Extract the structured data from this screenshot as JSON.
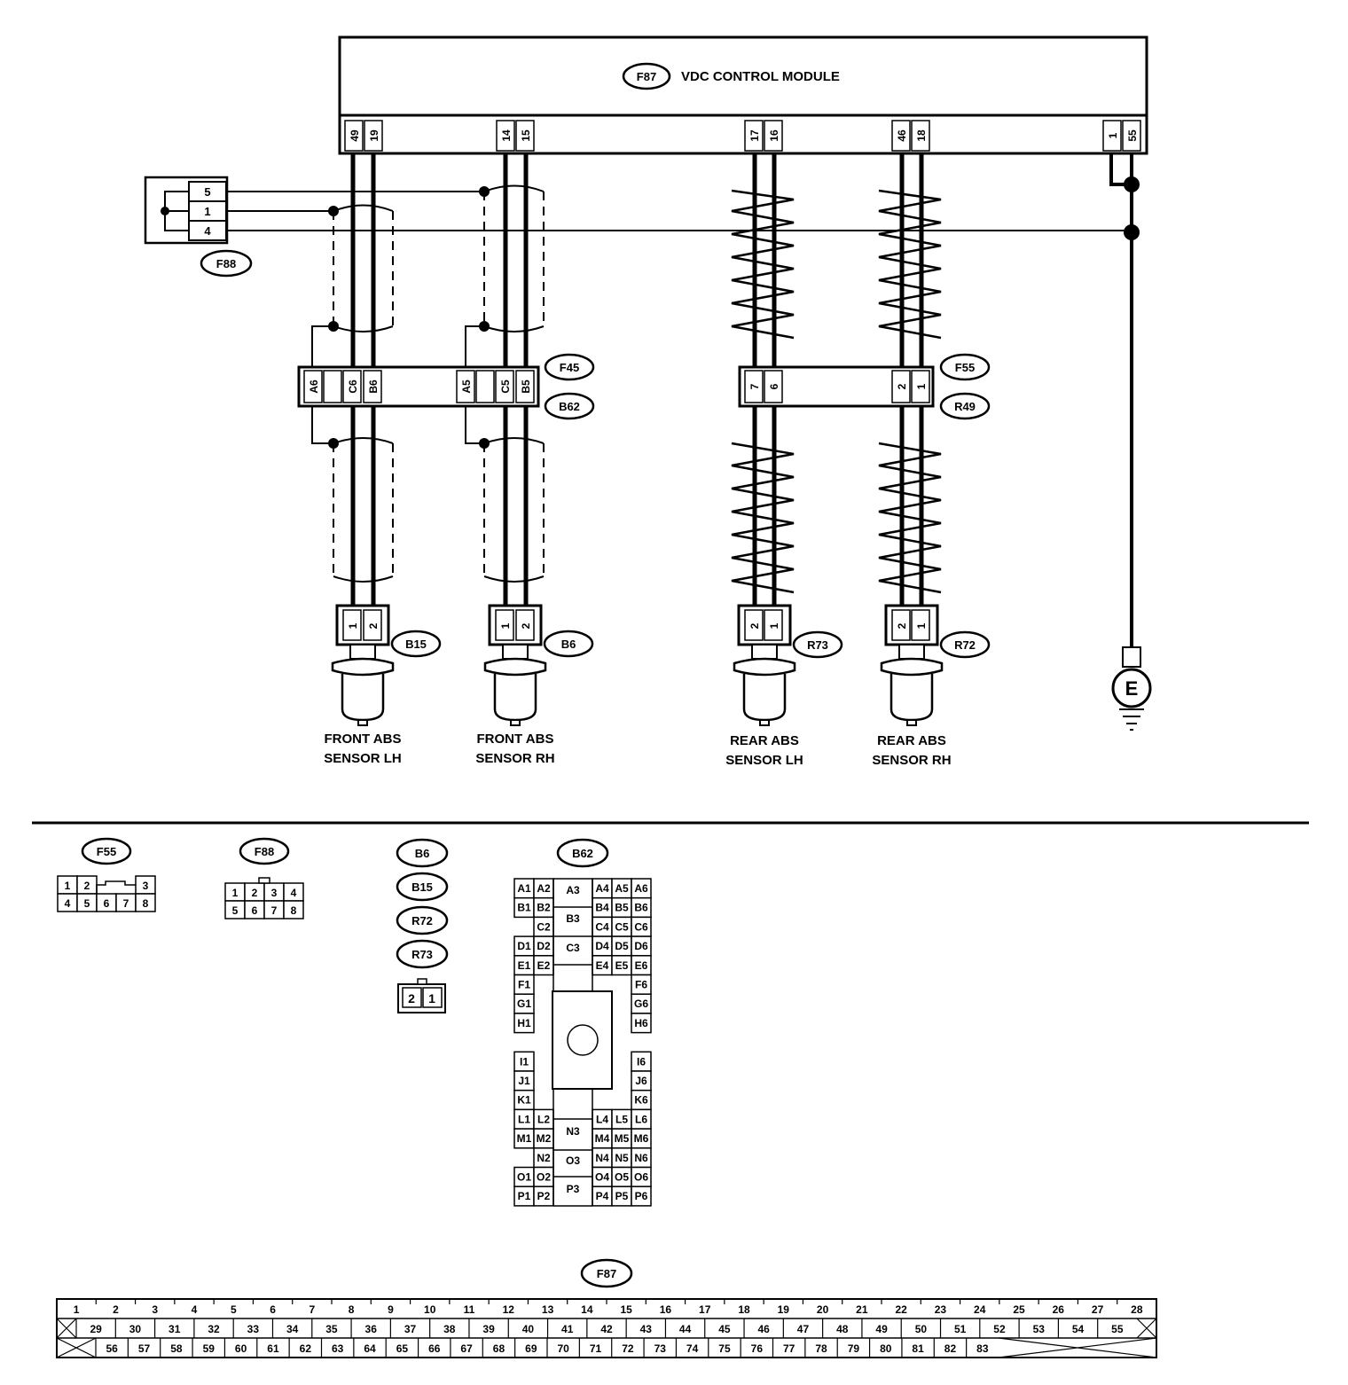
{
  "module": {
    "id": "F87",
    "title": "VDC CONTROL MODULE"
  },
  "module_pins": [
    "49",
    "19",
    "14",
    "15",
    "17",
    "16",
    "46",
    "18",
    "1",
    "55"
  ],
  "f88": {
    "id": "F88",
    "pins": [
      "5",
      "1",
      "4"
    ]
  },
  "front_connector": {
    "id_top": "F45",
    "id_bottom": "B62",
    "pins": [
      "A6",
      "C6",
      "B6",
      "A5",
      "C5",
      "B5"
    ]
  },
  "rear_connector": {
    "id_top": "F55",
    "id_bottom": "R49",
    "pins": [
      "7",
      "6",
      "2",
      "1"
    ]
  },
  "sensors": [
    {
      "id": "B15",
      "pins": [
        "1",
        "2"
      ],
      "label_line1": "FRONT ABS",
      "label_line2": "SENSOR LH"
    },
    {
      "id": "B6",
      "pins": [
        "1",
        "2"
      ],
      "label_line1": "FRONT ABS",
      "label_line2": "SENSOR RH"
    },
    {
      "id": "R73",
      "pins": [
        "2",
        "1"
      ],
      "label_line1": "REAR ABS",
      "label_line2": "SENSOR LH"
    },
    {
      "id": "R72",
      "pins": [
        "2",
        "1"
      ],
      "label_line1": "REAR ABS",
      "label_line2": "SENSOR RH"
    }
  ],
  "ground": {
    "label": "E"
  },
  "legend": {
    "f55": {
      "id": "F55",
      "row1": [
        "1",
        "2",
        "",
        "",
        "3"
      ],
      "row2": [
        "4",
        "5",
        "6",
        "7",
        "8"
      ]
    },
    "f88": {
      "id": "F88",
      "row1": [
        "1",
        "2",
        "3",
        "4"
      ],
      "row2": [
        "5",
        "6",
        "7",
        "8"
      ]
    },
    "sensor_ids": [
      "B6",
      "B15",
      "R72",
      "R73"
    ],
    "sensor_pins": [
      "2",
      "1"
    ],
    "b62": {
      "id": "B62",
      "left_col": [
        "A1",
        "B1",
        "",
        "D1",
        "E1",
        "F1",
        "G1",
        "H1",
        "",
        "I1",
        "J1",
        "K1",
        "L1",
        "M1",
        "",
        "O1",
        "P1"
      ],
      "left2_col": [
        "A2",
        "B2",
        "C2",
        "D2",
        "E2",
        "",
        "",
        "",
        "",
        "",
        "",
        "",
        "L2",
        "M2",
        "N2",
        "O2",
        "P2"
      ],
      "center": [
        "A3",
        "B3",
        "C3",
        "N3",
        "O3",
        "P3"
      ],
      "right4_col": [
        "A4",
        "B4",
        "C4",
        "D4",
        "E4",
        "",
        "",
        "",
        "",
        "",
        "",
        "",
        "L4",
        "M4",
        "N4",
        "O4",
        "P4"
      ],
      "right5_col": [
        "A5",
        "B5",
        "C5",
        "D5",
        "E5",
        "",
        "",
        "",
        "",
        "",
        "",
        "",
        "L5",
        "M5",
        "N5",
        "O5",
        "P5"
      ],
      "right6_col": [
        "A6",
        "B6",
        "C6",
        "D6",
        "E6",
        "F6",
        "G6",
        "H6",
        "",
        "I6",
        "J6",
        "K6",
        "L6",
        "M6",
        "N6",
        "O6",
        "P6"
      ]
    },
    "f87": {
      "id": "F87",
      "row1": [
        "1",
        "2",
        "3",
        "4",
        "5",
        "6",
        "7",
        "8",
        "9",
        "10",
        "11",
        "12",
        "13",
        "14",
        "15",
        "16",
        "17",
        "18",
        "19",
        "20",
        "21",
        "22",
        "23",
        "24",
        "25",
        "26",
        "27",
        "28"
      ],
      "row2": [
        "29",
        "30",
        "31",
        "32",
        "33",
        "34",
        "35",
        "36",
        "37",
        "38",
        "39",
        "40",
        "41",
        "42",
        "43",
        "44",
        "45",
        "46",
        "47",
        "48",
        "49",
        "50",
        "51",
        "52",
        "53",
        "54",
        "55"
      ],
      "row3": [
        "56",
        "57",
        "58",
        "59",
        "60",
        "61",
        "62",
        "63",
        "64",
        "65",
        "66",
        "67",
        "68",
        "69",
        "70",
        "71",
        "72",
        "73",
        "74",
        "75",
        "76",
        "77",
        "78",
        "79",
        "80",
        "81",
        "82",
        "83"
      ]
    }
  }
}
